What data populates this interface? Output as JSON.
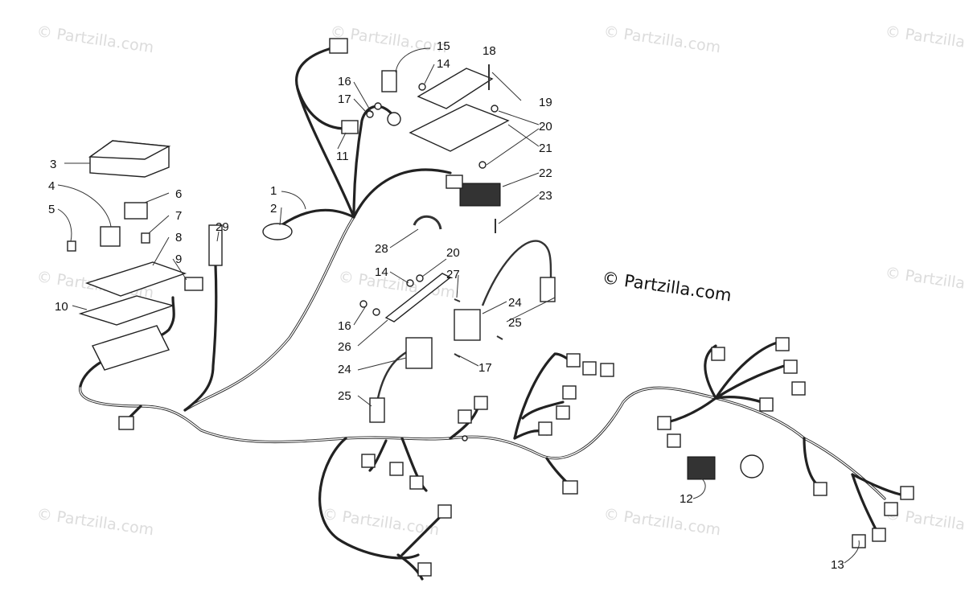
{
  "brand": {
    "text": "© Partzilla.com"
  },
  "watermark": {
    "text": "© Partzilla.com"
  },
  "callouts": [
    {
      "id": "1",
      "label": "1"
    },
    {
      "id": "2",
      "label": "2"
    },
    {
      "id": "3",
      "label": "3"
    },
    {
      "id": "4",
      "label": "4"
    },
    {
      "id": "5",
      "label": "5"
    },
    {
      "id": "6",
      "label": "6"
    },
    {
      "id": "7",
      "label": "7"
    },
    {
      "id": "8",
      "label": "8"
    },
    {
      "id": "9",
      "label": "9"
    },
    {
      "id": "10",
      "label": "10"
    },
    {
      "id": "11",
      "label": "11"
    },
    {
      "id": "12",
      "label": "12"
    },
    {
      "id": "13",
      "label": "13"
    },
    {
      "id": "14a",
      "label": "14"
    },
    {
      "id": "14b",
      "label": "14"
    },
    {
      "id": "15",
      "label": "15"
    },
    {
      "id": "16a",
      "label": "16"
    },
    {
      "id": "16b",
      "label": "16"
    },
    {
      "id": "17a",
      "label": "17"
    },
    {
      "id": "17b",
      "label": "17"
    },
    {
      "id": "18",
      "label": "18"
    },
    {
      "id": "19",
      "label": "19"
    },
    {
      "id": "20a",
      "label": "20"
    },
    {
      "id": "20b",
      "label": "20"
    },
    {
      "id": "21",
      "label": "21"
    },
    {
      "id": "22",
      "label": "22"
    },
    {
      "id": "23",
      "label": "23"
    },
    {
      "id": "24a",
      "label": "24"
    },
    {
      "id": "24b",
      "label": "24"
    },
    {
      "id": "25a",
      "label": "25"
    },
    {
      "id": "25b",
      "label": "25"
    },
    {
      "id": "26",
      "label": "26"
    },
    {
      "id": "27",
      "label": "27"
    },
    {
      "id": "28",
      "label": "28"
    },
    {
      "id": "29",
      "label": "29"
    }
  ]
}
